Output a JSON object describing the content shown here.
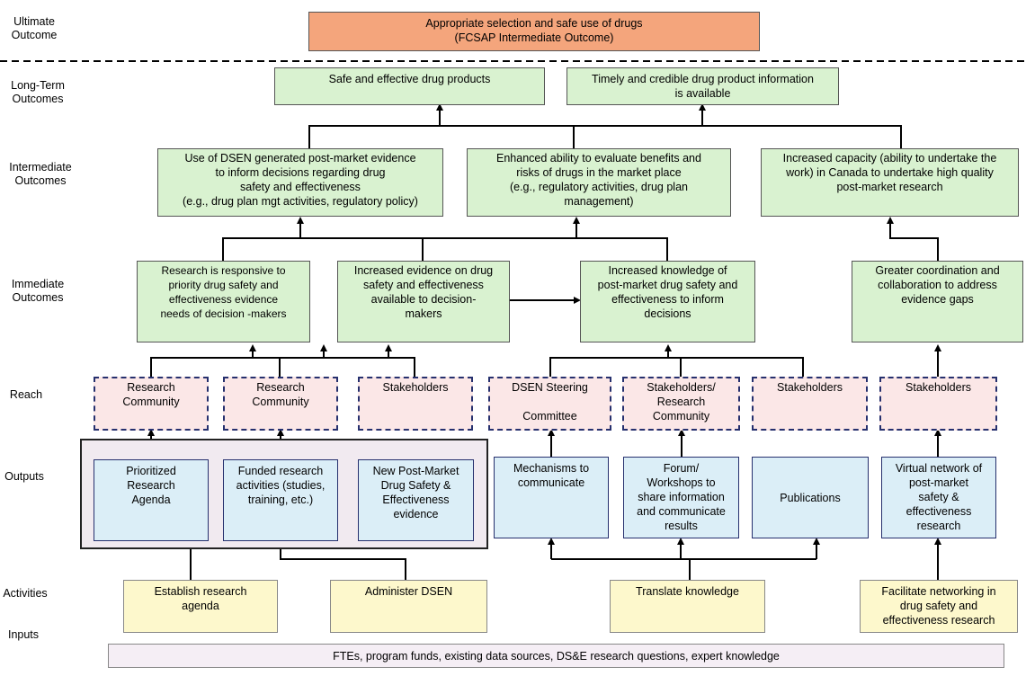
{
  "row_labels": {
    "ultimate": "Ultimate\nOutcome",
    "long_term": "Long-Term\nOutcomes",
    "intermediate": "Intermediate\nOutcomes",
    "immediate": "Immediate\nOutcomes",
    "reach": "Reach",
    "outputs": "Outputs",
    "activities": "Activities",
    "inputs": "Inputs"
  },
  "ultimate": "Appropriate selection and safe use of drugs\n(FCSAP Intermediate Outcome)",
  "long_term": [
    "Safe and effective drug products",
    "Timely and credible drug product information\nis available"
  ],
  "intermediate": [
    "Use of DSEN generated post-market evidence\nto inform decisions regarding drug\nsafety and effectiveness\n(e.g., drug plan mgt activities, regulatory policy)",
    "Enhanced ability to evaluate benefits and\nrisks of drugs in the market place\n(e.g., regulatory activities, drug plan\nmanagement)",
    "Increased capacity (ability to undertake the\nwork) in Canada to undertake high quality\npost-market research"
  ],
  "immediate": [
    "Research is responsive to\npriority drug safety and\neffectiveness evidence\nneeds of decision  -makers",
    "Increased evidence on drug\nsafety and effectiveness\navailable to decision-\nmakers",
    "Increased knowledge of\npost-market drug safety and\neffectiveness to inform\ndecisions",
    "Greater coordination and\ncollaboration to address\nevidence gaps"
  ],
  "reach": [
    "Research\nCommunity",
    "Research\nCommunity",
    "Stakeholders",
    "DSEN Steering\n\nCommittee",
    "Stakeholders/\nResearch\nCommunity",
    "Stakeholders",
    "Stakeholders"
  ],
  "outputs": [
    "Prioritized\nResearch\nAgenda",
    "Funded research\nactivities (studies,\ntraining, etc.)",
    "New Post-Market\nDrug Safety &\nEffectiveness\nevidence",
    "Mechanisms to\ncommunicate",
    "Forum/\nWorkshops to\nshare information\nand communicate\nresults",
    "Publications",
    "Virtual network of\npost-market\nsafety &\neffectiveness\nresearch"
  ],
  "activities": [
    "Establish research\nagenda",
    "Administer DSEN",
    "Translate knowledge",
    "Facilitate networking in\ndrug safety and\neffectiveness research"
  ],
  "inputs": "FTEs, program funds, existing data sources, DS&E research questions, expert knowledge",
  "colors": {
    "ultimate_fill": "#f4a57c",
    "outcome_fill": "#d9f2d0",
    "reach_fill": "#fbe7e7",
    "reach_border": "#26306e",
    "output_fill": "#dbeef7",
    "activity_fill": "#fdf8cc",
    "input_fill": "#f5eef5"
  }
}
